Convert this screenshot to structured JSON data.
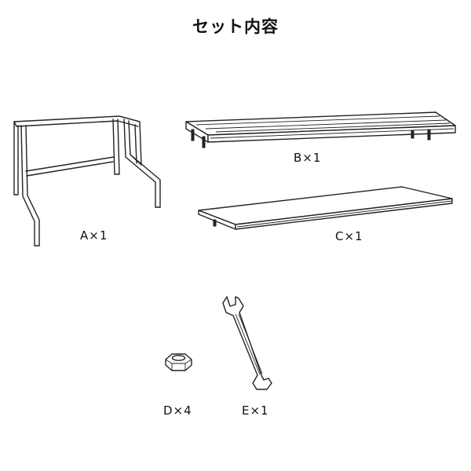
{
  "title": "セット内容",
  "parts": [
    {
      "id": "A",
      "label": "A×1",
      "name": "frame"
    },
    {
      "id": "B",
      "label": "B×1",
      "name": "top-shelf"
    },
    {
      "id": "C",
      "label": "C×1",
      "name": "bottom-board"
    },
    {
      "id": "D",
      "label": "D×4",
      "name": "hex-nut"
    },
    {
      "id": "E",
      "label": "E×1",
      "name": "wrench"
    }
  ]
}
